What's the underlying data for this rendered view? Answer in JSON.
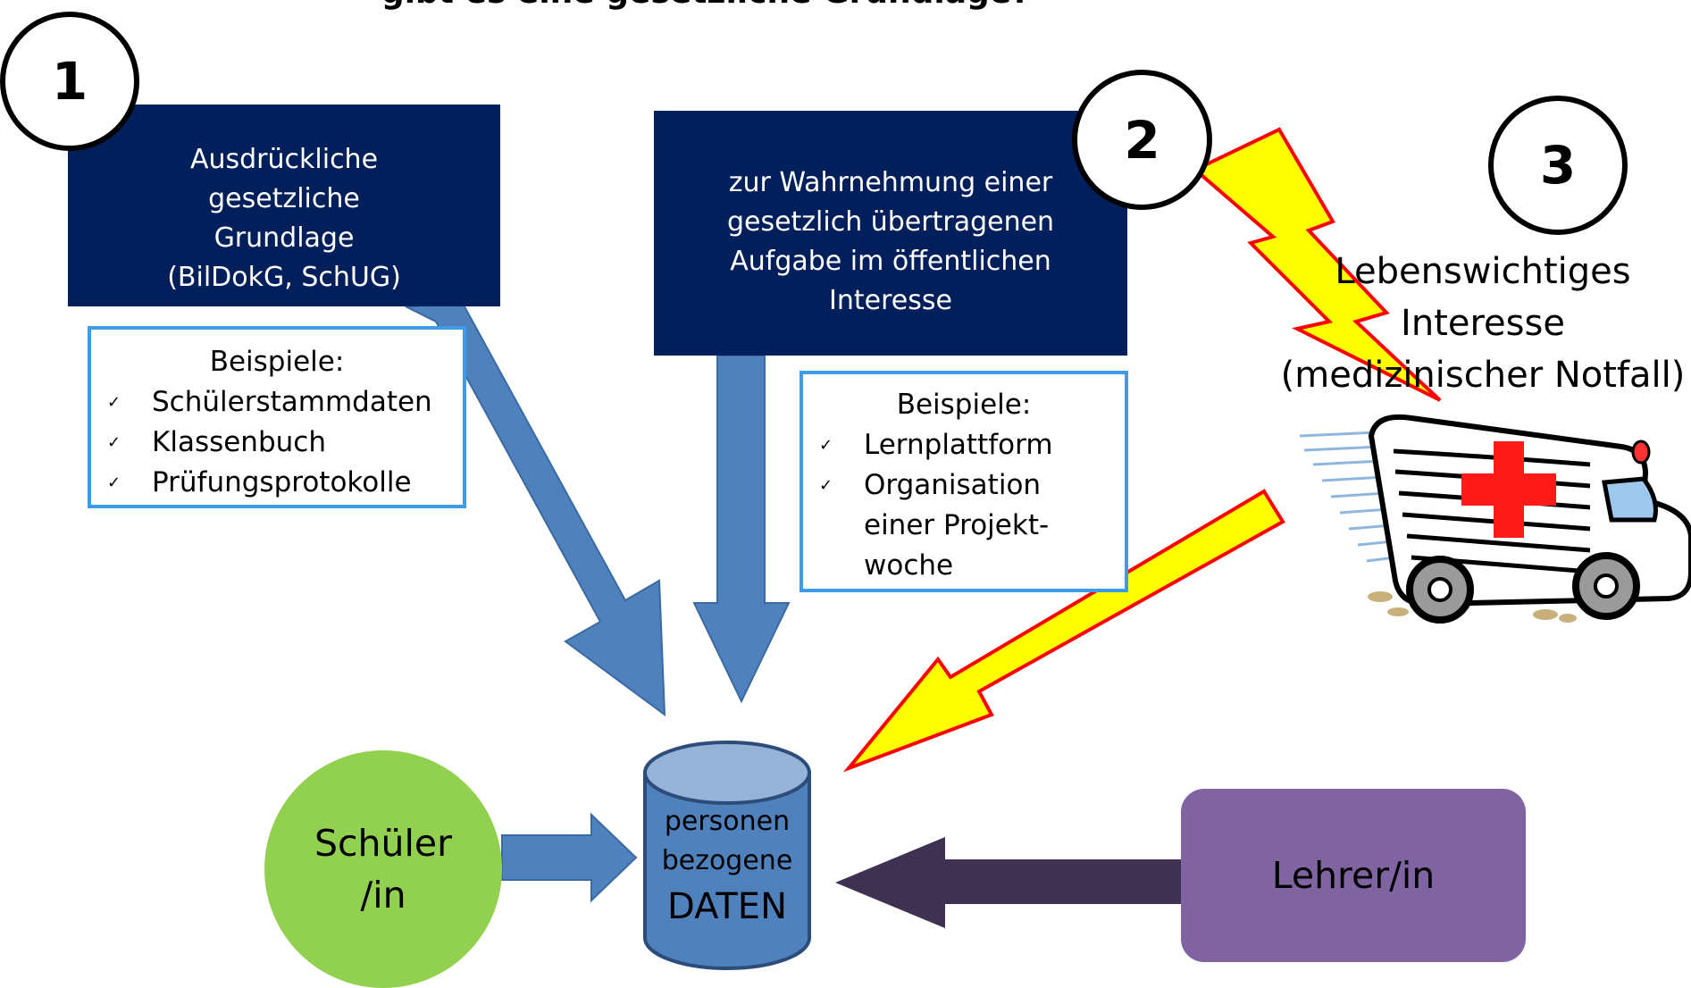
{
  "title": "gibt es eine gesetzliche Grundlage?",
  "circle_labels": [
    "1",
    "2",
    "3"
  ],
  "box1": {
    "lines": [
      "Ausdrückliche",
      "gesetzliche",
      "Grundlage",
      "(BilDokG, SchUG)"
    ],
    "examples_heading": "Beispiele:",
    "examples": [
      "Schülerstammdaten",
      "Klassenbuch",
      "Prüfungsprotokolle"
    ]
  },
  "box2": {
    "lines": [
      "zur Wahrnehmung einer",
      "gesetzlich übertragenen",
      "Aufgabe im öffentlichen",
      "Interesse"
    ],
    "examples_heading": "Beispiele:",
    "examples": [
      "Lernplattform",
      "Organisation",
      "einer Projekt-",
      "woche"
    ]
  },
  "box3": {
    "lines": [
      "Lebenswichtiges",
      "Interesse",
      "(medizinischer Notfall)"
    ]
  },
  "check_mark": "✓",
  "student_lines": [
    "Schüler",
    "/in"
  ],
  "database_lines": [
    "personen",
    "bezogene",
    "DATEN"
  ],
  "teacher_label": "Lehrer/in",
  "colors": {
    "navy": "#001f5b",
    "arrow_blue": "#4f81bd",
    "example_border": "#3d9be9",
    "bolt_fill": "#ffff00",
    "bolt_stroke": "#ff0000",
    "student_green": "#92d050",
    "teacher_purple": "#8064a2",
    "teacher_arrow": "#3f3151",
    "db_top": "#95b3d7"
  },
  "icons": [
    "ambulance-icon",
    "red-cross-icon",
    "lightning-bolt-icon"
  ]
}
